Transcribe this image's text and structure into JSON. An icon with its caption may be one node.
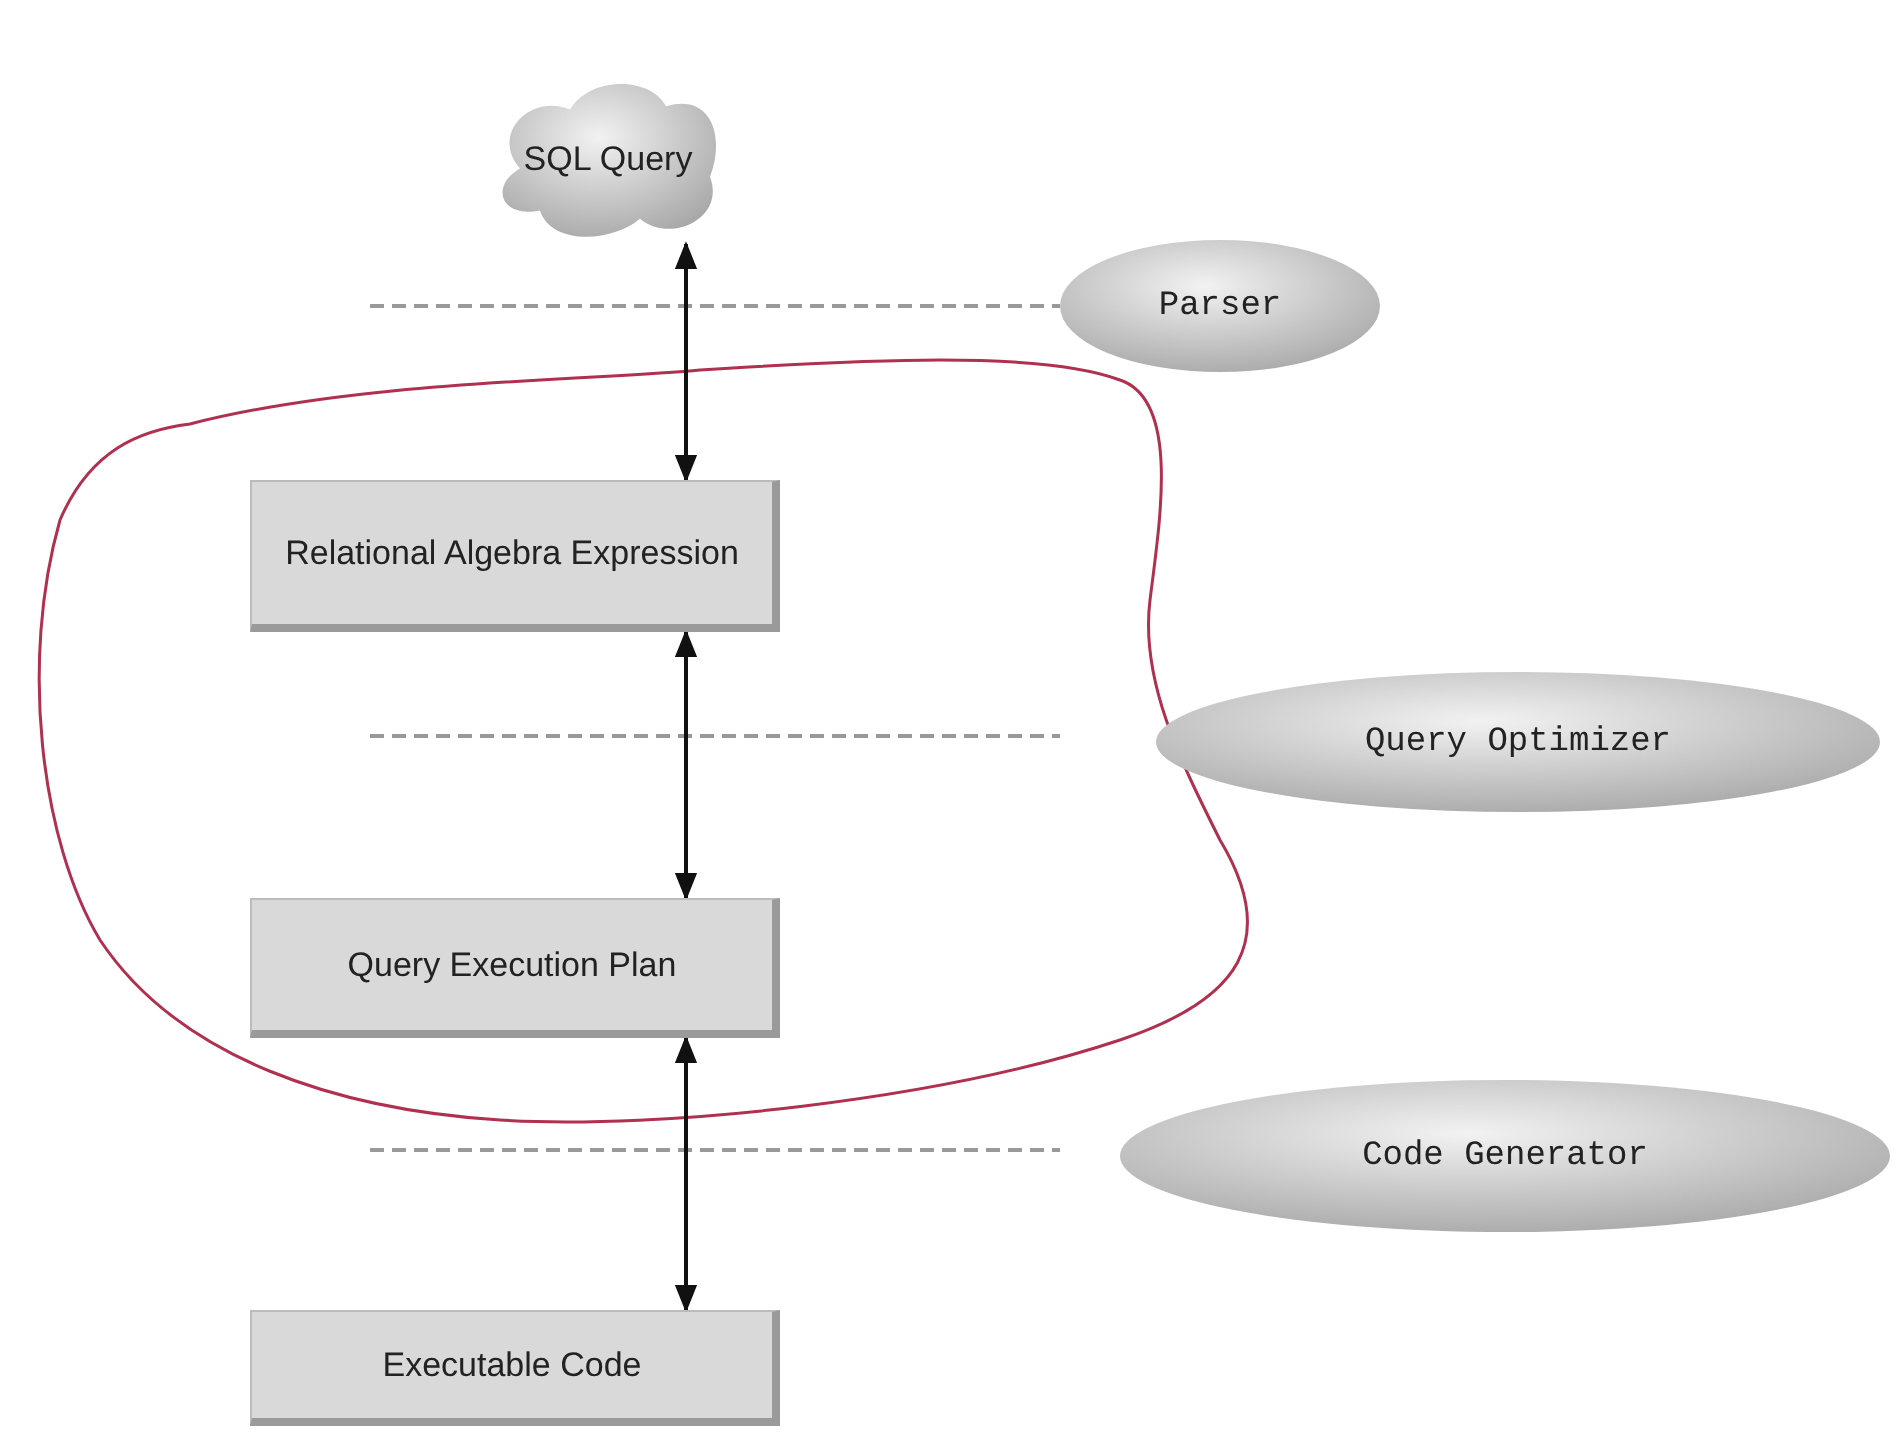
{
  "diagram": {
    "nodes": [
      {
        "text": [
          "SQL Query"
        ]
      },
      {
        "text": [
          "Parser"
        ]
      },
      {
        "text": [
          "Relational Algebra Expression"
        ]
      },
      {
        "text": [
          "Query Optimizer"
        ]
      },
      {
        "text": [
          "Query Execution Plan"
        ]
      },
      {
        "text": [
          "Code Generator"
        ]
      },
      {
        "text": [
          "Executable Code"
        ]
      }
    ],
    "edges": [
      {
        "from": 0,
        "to": 2,
        "arrow": "both"
      },
      {
        "from": 2,
        "to": 4,
        "arrow": "both"
      },
      {
        "from": 4,
        "to": 6,
        "arrow": "both"
      }
    ]
  }
}
